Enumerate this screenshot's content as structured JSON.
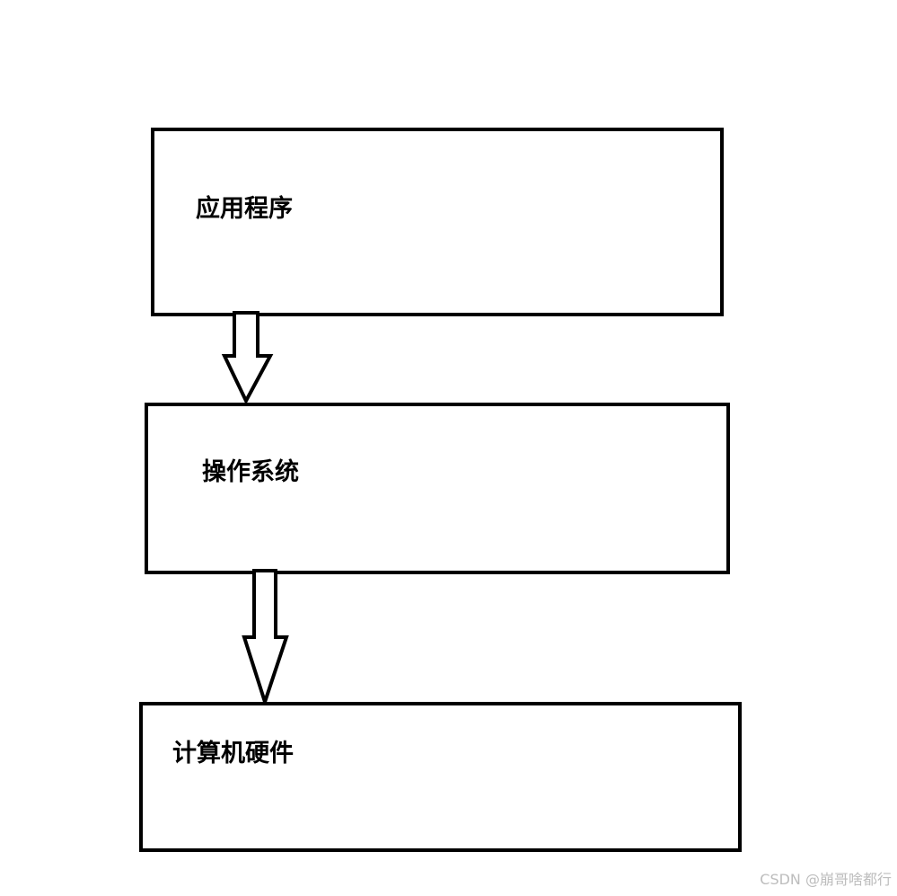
{
  "diagram": {
    "nodes": [
      {
        "id": "app",
        "label": "应用程序"
      },
      {
        "id": "os",
        "label": "操作系统"
      },
      {
        "id": "hw",
        "label": "计算机硬件"
      }
    ],
    "edges": [
      {
        "from": "app",
        "to": "os"
      },
      {
        "from": "os",
        "to": "hw"
      }
    ]
  },
  "watermark": "CSDN @崩哥啥都行",
  "colors": {
    "stroke": "#000000",
    "background": "#ffffff",
    "watermark": "#bdbdbd"
  }
}
